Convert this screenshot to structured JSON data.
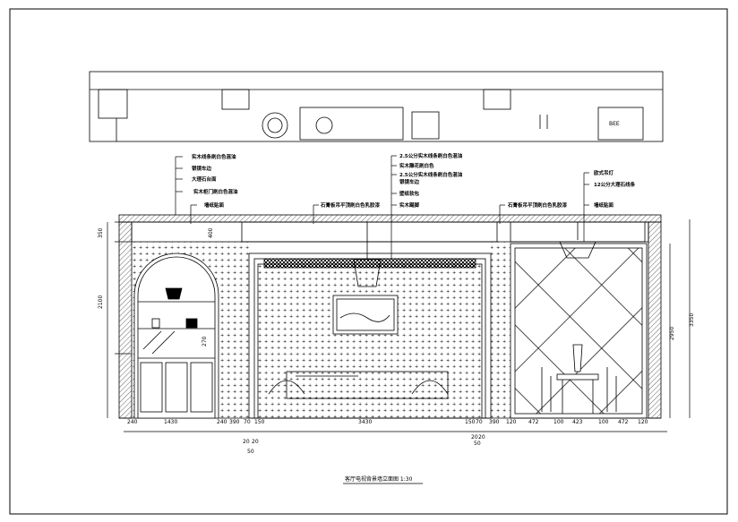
{
  "drawing": {
    "title": "客厅电视背景墙立面图 1:30",
    "annotations_left": [
      "实木线条刷白色混油",
      "银镜车边",
      "大理石台面",
      "实木柜门刷白色混油",
      "墙纸贴面"
    ],
    "annotation_mid_left": "石膏板吊平顶刷白色乳胶漆",
    "annotations_center": [
      "2.5公分实木线条刷白色混油",
      "实木雕花刷白色",
      "2.5公分实木线条刷白色混油",
      "银镜车边",
      "壁纸软包",
      "实木踢脚"
    ],
    "annotation_mid_right": "石膏板吊平顶刷白色乳胶漆",
    "annotations_right": [
      "欧式吊灯",
      "12公分大理石线条",
      "墙纸贴面"
    ],
    "dims_bottom": [
      "240",
      "1430",
      "240",
      "390",
      "70",
      "150",
      "3430",
      "150",
      "70",
      "390",
      "120",
      "472",
      "100",
      "423",
      "100",
      "472",
      "120"
    ],
    "dims_bottom_sub": [
      "20",
      "20",
      "50",
      "20",
      "20",
      "50"
    ],
    "dims_left": [
      "350",
      "2100",
      "400",
      "270"
    ],
    "dims_right": [
      "2950",
      "3350"
    ],
    "plan_label": "BEE"
  }
}
